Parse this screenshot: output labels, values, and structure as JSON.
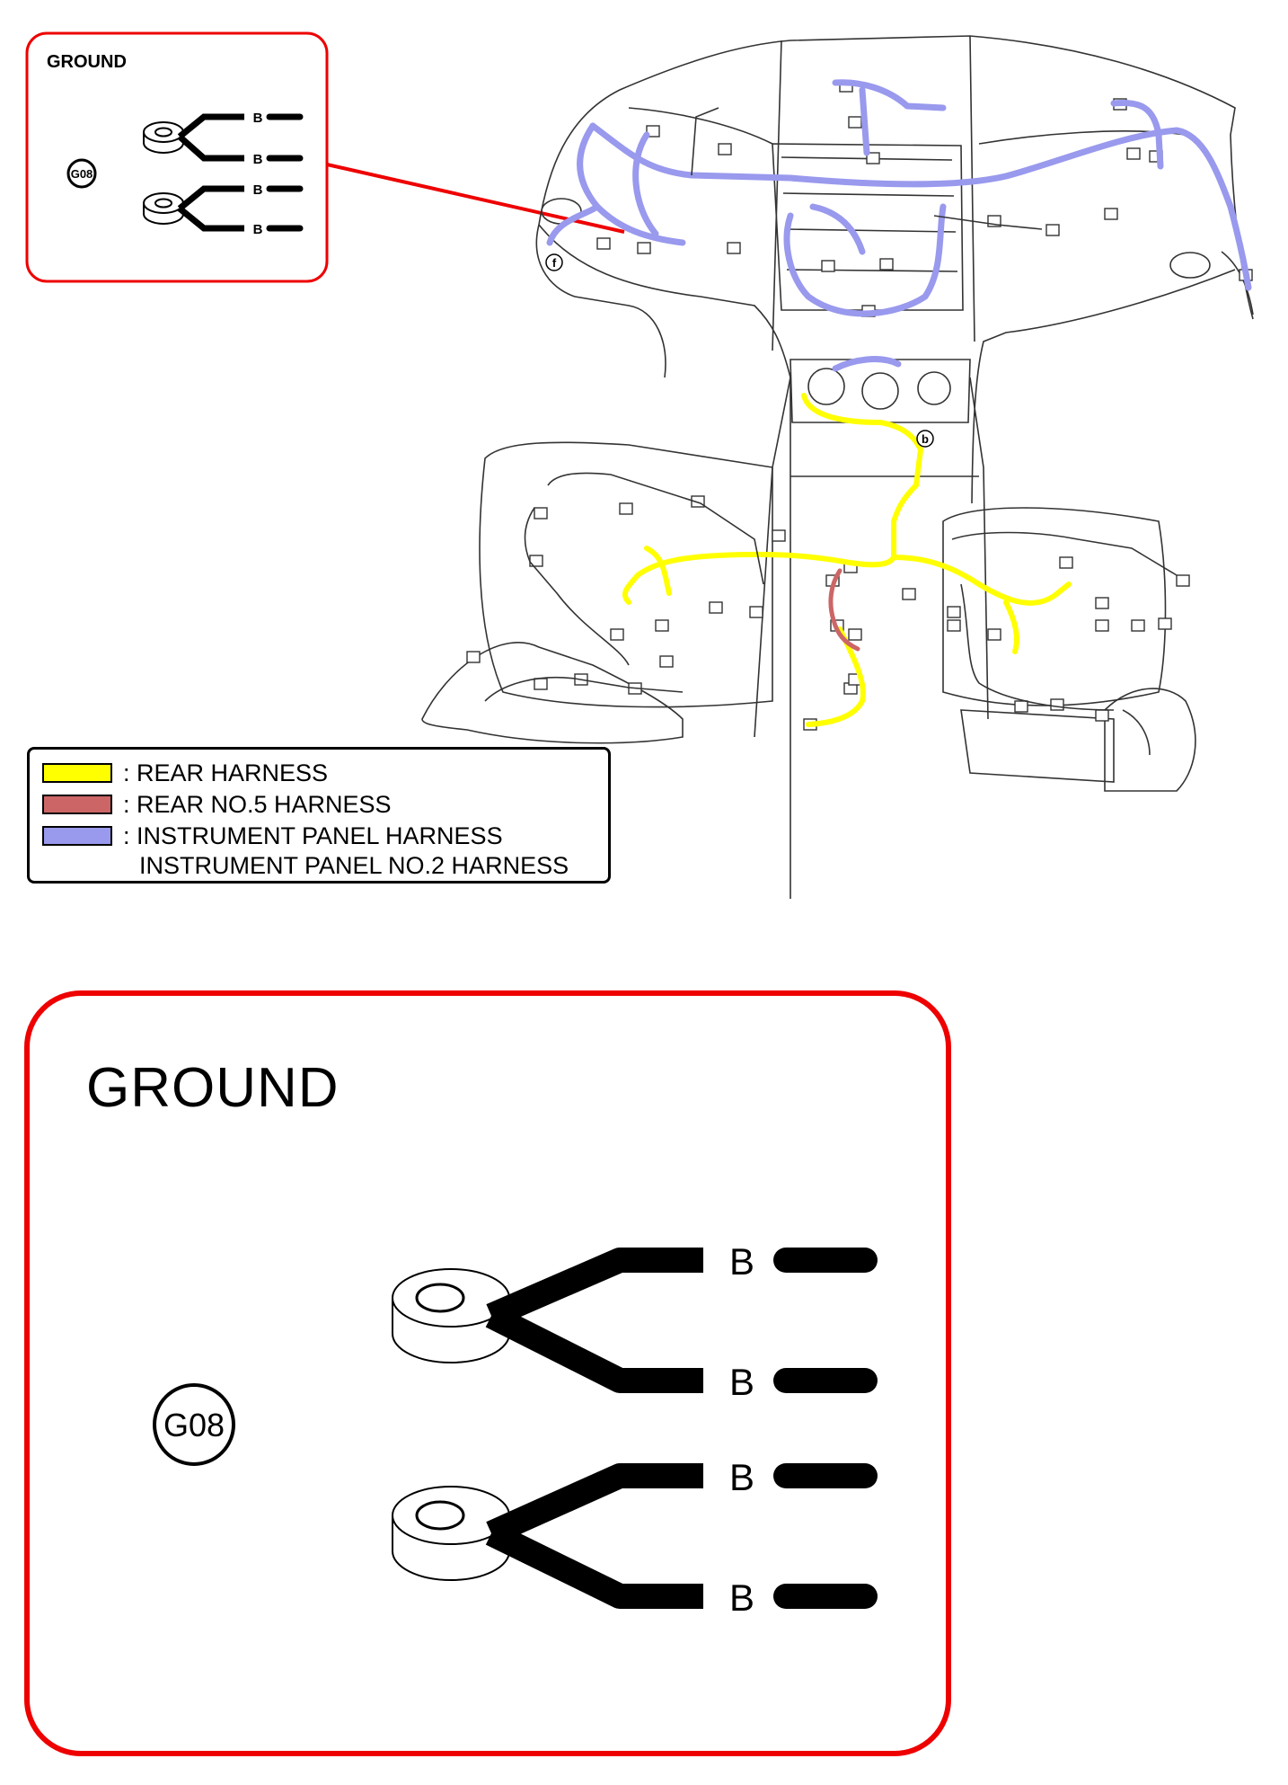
{
  "inset": {
    "title": "GROUND",
    "ground_id": "G08",
    "wire_labels": [
      "B",
      "B",
      "B",
      "B"
    ]
  },
  "detail": {
    "title": "GROUND",
    "ground_id": "G08",
    "wire_labels": [
      "B",
      "B",
      "B",
      "B"
    ]
  },
  "diagram_callouts": [
    "b",
    "f"
  ],
  "legend": {
    "items": [
      {
        "label": ": REAR HARNESS",
        "color": "#ffff00"
      },
      {
        "label": ": REAR NO.5 HARNESS",
        "color": "#cc6666"
      },
      {
        "label": ": INSTRUMENT PANEL HARNESS",
        "color": "#9999ee"
      },
      {
        "label": "INSTRUMENT PANEL NO.2 HARNESS",
        "color": ""
      }
    ]
  },
  "colors": {
    "highlight_red": "#ee0000",
    "rear_harness": "#ffff00",
    "rear_no5_harness": "#cc6666",
    "instrument_panel_harness": "#9999ee"
  }
}
